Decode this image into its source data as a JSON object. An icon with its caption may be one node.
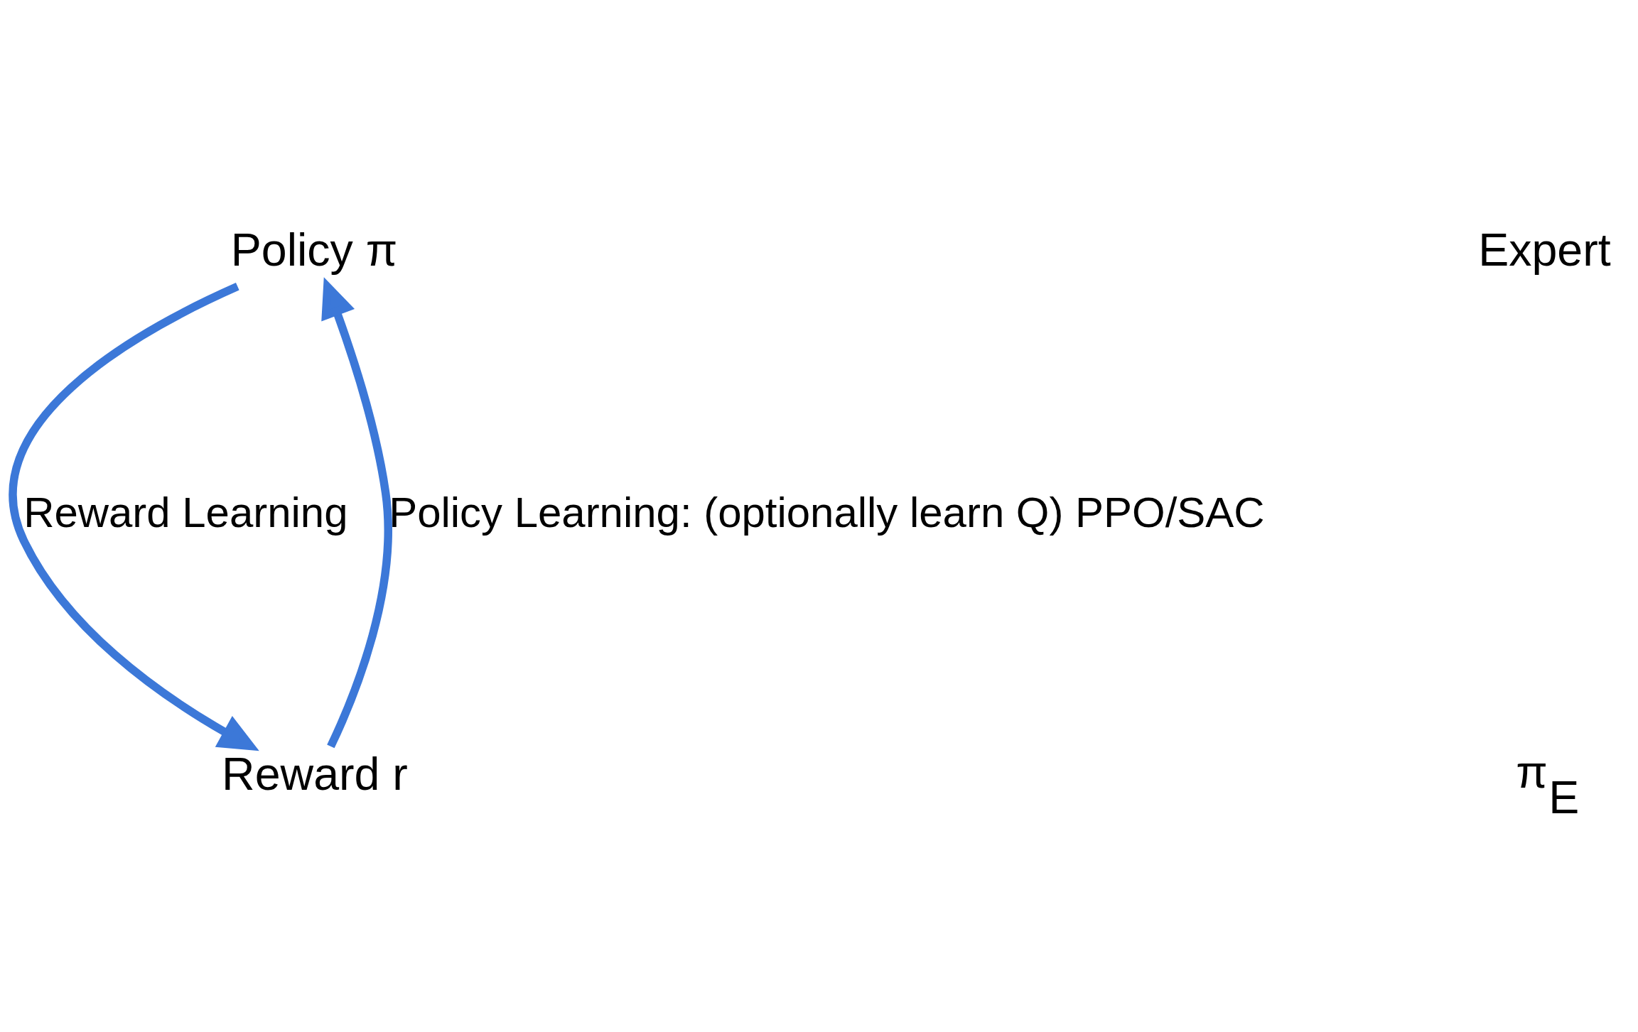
{
  "diagram": {
    "nodes": [
      {
        "text": [
          "Policy π"
        ]
      },
      {
        "text": [
          "Reward r"
        ]
      }
    ],
    "edges": [
      {
        "from": 0,
        "to": 1,
        "arrow": "to",
        "label": "Reward Learning"
      },
      {
        "from": 1,
        "to": 0,
        "arrow": "to",
        "label": "Policy Learning: (optionally learn Q) PPO/SAC"
      }
    ],
    "labels": [
      "Expert",
      "π$_{E}$"
    ]
  }
}
